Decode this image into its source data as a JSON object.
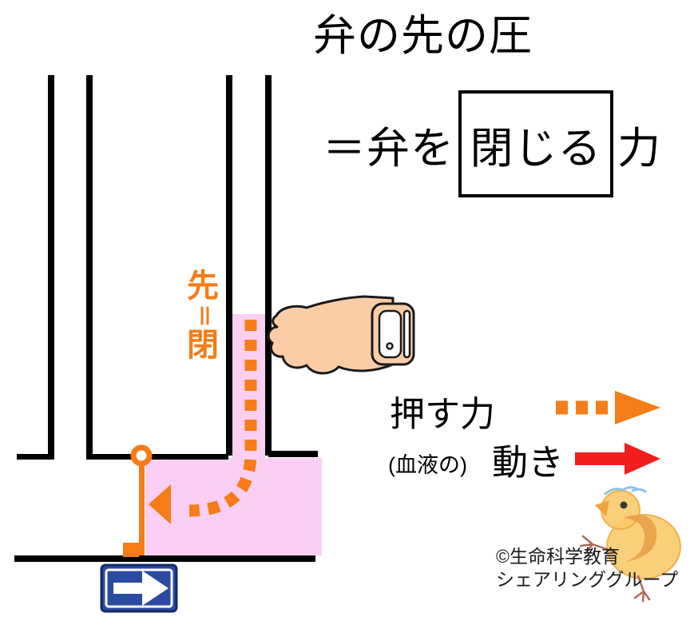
{
  "colors": {
    "accent_orange": "#F57C17",
    "arrow_red": "#F21D1D",
    "pink_fill": "#FBCFF3",
    "skin": "#FBCDA6",
    "sign_blue": "#2B4AA2",
    "sign_border": "#132A66",
    "chick_yellow": "#F9CA6B",
    "chick_wing": "#E89C43"
  },
  "header": {
    "title": "弁の先の圧",
    "equation_prefix": "＝弁を",
    "equation_boxed": "閉じる",
    "equation_suffix": "力"
  },
  "diagram": {
    "valve_tip_label": "先＝閉",
    "valve_tip_char1": "先",
    "valve_tip_char2": "＝",
    "valve_tip_char3": "閉"
  },
  "legend": {
    "push_force_label": "押す力",
    "movement_qualifier": "(血液の)",
    "movement_label": "動き"
  },
  "footer": {
    "copyright_line1": "©生命科学教育",
    "copyright_line2": "シェアリンググループ"
  },
  "icons": {
    "pointing_hand": "hand-pointing-left-icon",
    "one_way_sign": "blue-right-arrow-sign-icon",
    "chick": "crayon-chick-icon",
    "push_arrow": "orange-dashed-right-arrow-icon",
    "move_arrow": "red-solid-right-arrow-icon"
  }
}
